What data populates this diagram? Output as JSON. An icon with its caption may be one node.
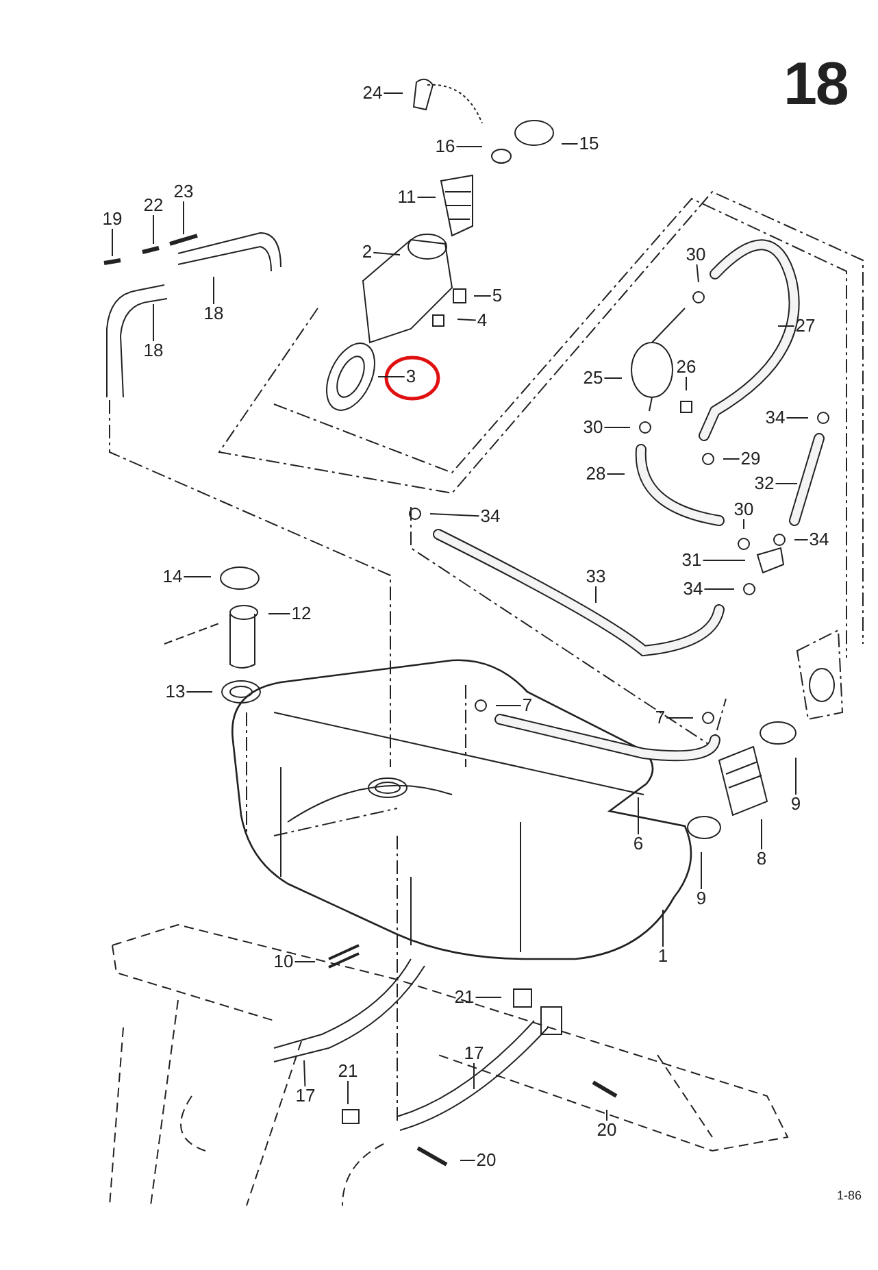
{
  "diagram": {
    "title": "18",
    "nodes": [
      {
        "text": [
          "24"
        ]
      },
      {
        "text": [
          "16"
        ]
      },
      {
        "text": [
          "15"
        ]
      },
      {
        "text": [
          "11"
        ]
      },
      {
        "text": [
          "23"
        ]
      },
      {
        "text": [
          "22"
        ]
      },
      {
        "text": [
          "19"
        ]
      },
      {
        "text": [
          "2"
        ]
      },
      {
        "text": [
          "5"
        ]
      },
      {
        "text": [
          "4"
        ]
      },
      {
        "text": [
          "18"
        ]
      },
      {
        "text": [
          "18"
        ]
      },
      {
        "text": [
          "3"
        ]
      },
      {
        "text": [
          "30"
        ]
      },
      {
        "text": [
          "27"
        ]
      },
      {
        "text": [
          "25"
        ]
      },
      {
        "text": [
          "26"
        ]
      },
      {
        "text": [
          "34"
        ]
      },
      {
        "text": [
          "30"
        ]
      },
      {
        "text": [
          "29"
        ]
      },
      {
        "text": [
          "28"
        ]
      },
      {
        "text": [
          "32"
        ]
      },
      {
        "text": [
          "34"
        ]
      },
      {
        "text": [
          "30"
        ]
      },
      {
        "text": [
          "34"
        ]
      },
      {
        "text": [
          "31"
        ]
      },
      {
        "text": [
          "33"
        ]
      },
      {
        "text": [
          "34"
        ]
      },
      {
        "text": [
          "14"
        ]
      },
      {
        "text": [
          "12"
        ]
      },
      {
        "text": [
          "13"
        ]
      },
      {
        "text": [
          "7"
        ]
      },
      {
        "text": [
          "7"
        ]
      },
      {
        "text": [
          "9"
        ]
      },
      {
        "text": [
          "6"
        ]
      },
      {
        "text": [
          "8"
        ]
      },
      {
        "text": [
          "9"
        ]
      },
      {
        "text": [
          "1"
        ]
      },
      {
        "text": [
          "10"
        ]
      },
      {
        "text": [
          "21"
        ]
      },
      {
        "text": [
          "17"
        ]
      },
      {
        "text": [
          "17"
        ]
      },
      {
        "text": [
          "21"
        ]
      },
      {
        "text": [
          "20"
        ]
      },
      {
        "text": [
          "20"
        ]
      }
    ],
    "edges": [
      {
        "from": 0,
        "to": null,
        "arrow": "none"
      },
      {
        "from": 1,
        "to": null,
        "arrow": "none"
      },
      {
        "from": 2,
        "to": null,
        "arrow": "none"
      },
      {
        "from": 3,
        "to": null,
        "arrow": "none"
      },
      {
        "from": 4,
        "to": null,
        "arrow": "none"
      },
      {
        "from": 5,
        "to": null,
        "arrow": "none"
      },
      {
        "from": 6,
        "to": null,
        "arrow": "none"
      },
      {
        "from": 7,
        "to": null,
        "arrow": "none"
      },
      {
        "from": 8,
        "to": null,
        "arrow": "none"
      },
      {
        "from": 9,
        "to": null,
        "arrow": "none"
      },
      {
        "from": 10,
        "to": null,
        "arrow": "none"
      },
      {
        "from": 11,
        "to": null,
        "arrow": "none"
      },
      {
        "from": 12,
        "to": null,
        "arrow": "none"
      },
      {
        "from": 13,
        "to": null,
        "arrow": "none"
      },
      {
        "from": 14,
        "to": null,
        "arrow": "none"
      },
      {
        "from": 15,
        "to": null,
        "arrow": "none"
      },
      {
        "from": 16,
        "to": null,
        "arrow": "none"
      },
      {
        "from": 17,
        "to": null,
        "arrow": "none"
      },
      {
        "from": 18,
        "to": null,
        "arrow": "none"
      },
      {
        "from": 19,
        "to": null,
        "arrow": "none"
      },
      {
        "from": 20,
        "to": null,
        "arrow": "none"
      },
      {
        "from": 21,
        "to": null,
        "arrow": "none"
      },
      {
        "from": 22,
        "to": null,
        "arrow": "none"
      },
      {
        "from": 23,
        "to": null,
        "arrow": "none"
      },
      {
        "from": 24,
        "to": null,
        "arrow": "none"
      },
      {
        "from": 25,
        "to": null,
        "arrow": "none"
      },
      {
        "from": 26,
        "to": null,
        "arrow": "none"
      },
      {
        "from": 27,
        "to": null,
        "arrow": "none"
      },
      {
        "from": 28,
        "to": null,
        "arrow": "none"
      },
      {
        "from": 29,
        "to": null,
        "arrow": "none"
      },
      {
        "from": 30,
        "to": null,
        "arrow": "none"
      },
      {
        "from": 31,
        "to": null,
        "arrow": "none"
      },
      {
        "from": 32,
        "to": null,
        "arrow": "none"
      },
      {
        "from": 33,
        "to": null,
        "arrow": "none"
      },
      {
        "from": 34,
        "to": null,
        "arrow": "none"
      },
      {
        "from": 35,
        "to": null,
        "arrow": "none"
      },
      {
        "from": 36,
        "to": null,
        "arrow": "none"
      },
      {
        "from": 37,
        "to": null,
        "arrow": "none"
      },
      {
        "from": 38,
        "to": null,
        "arrow": "none"
      },
      {
        "from": 39,
        "to": null,
        "arrow": "none"
      },
      {
        "from": 40,
        "to": null,
        "arrow": "none"
      },
      {
        "from": 41,
        "to": null,
        "arrow": "none"
      },
      {
        "from": 42,
        "to": null,
        "arrow": "none"
      },
      {
        "from": 43,
        "to": null,
        "arrow": "none"
      },
      {
        "from": 44,
        "to": null,
        "arrow": "none"
      }
    ],
    "labels": [
      "1-86"
    ]
  }
}
